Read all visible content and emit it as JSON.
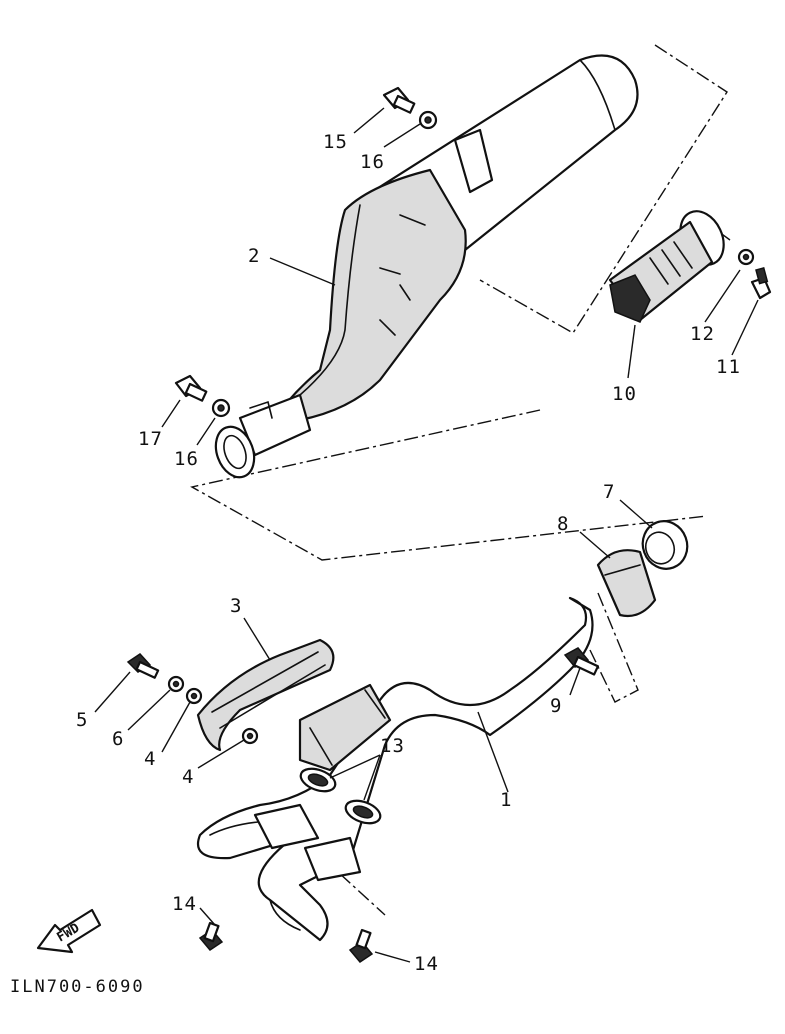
{
  "diagram": {
    "drawing_code": "ILN700-6090",
    "direction_marker": "FWD",
    "callouts": {
      "c1": "1",
      "c2": "2",
      "c3": "3",
      "c4a": "4",
      "c4b": "4",
      "c5": "5",
      "c6": "6",
      "c7": "7",
      "c8": "8",
      "c9": "9",
      "c10": "10",
      "c11": "11",
      "c12": "12",
      "c13": "13",
      "c14a": "14",
      "c14b": "14",
      "c15": "15",
      "c16a": "16",
      "c16b": "16",
      "c17": "17"
    }
  },
  "colors": {
    "ink": "#111111",
    "paper": "#ffffff",
    "shade": "#dcdcdc"
  }
}
